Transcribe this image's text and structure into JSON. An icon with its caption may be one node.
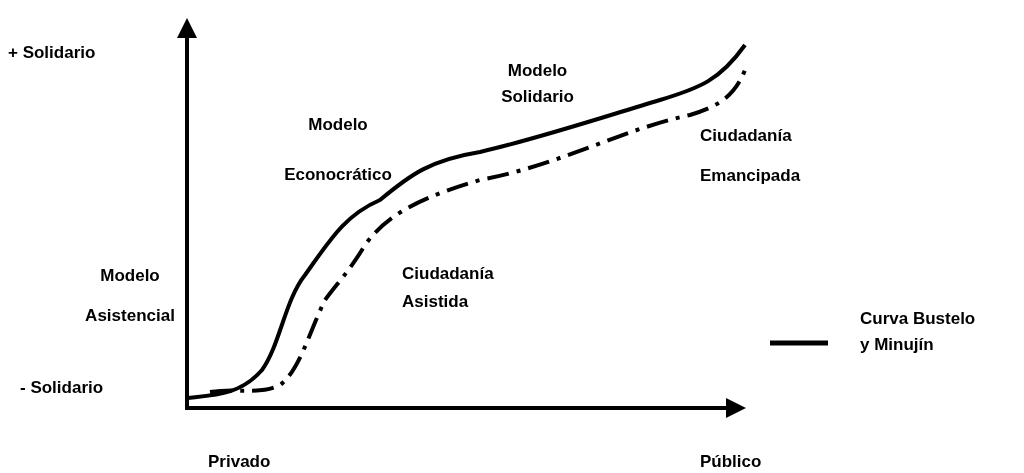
{
  "diagram": {
    "labels": [
      "+ Solidario",
      "Modelo Solidario",
      "Modelo Econocrático",
      "Ciudadanía Emancipada",
      "Modelo Asistencial",
      "Ciudadanía Asistida",
      "- Solidario",
      "Privado",
      "Público"
    ],
    "legend": [
      {
        "text": "Curva Bustelo y Minujín"
      }
    ]
  }
}
